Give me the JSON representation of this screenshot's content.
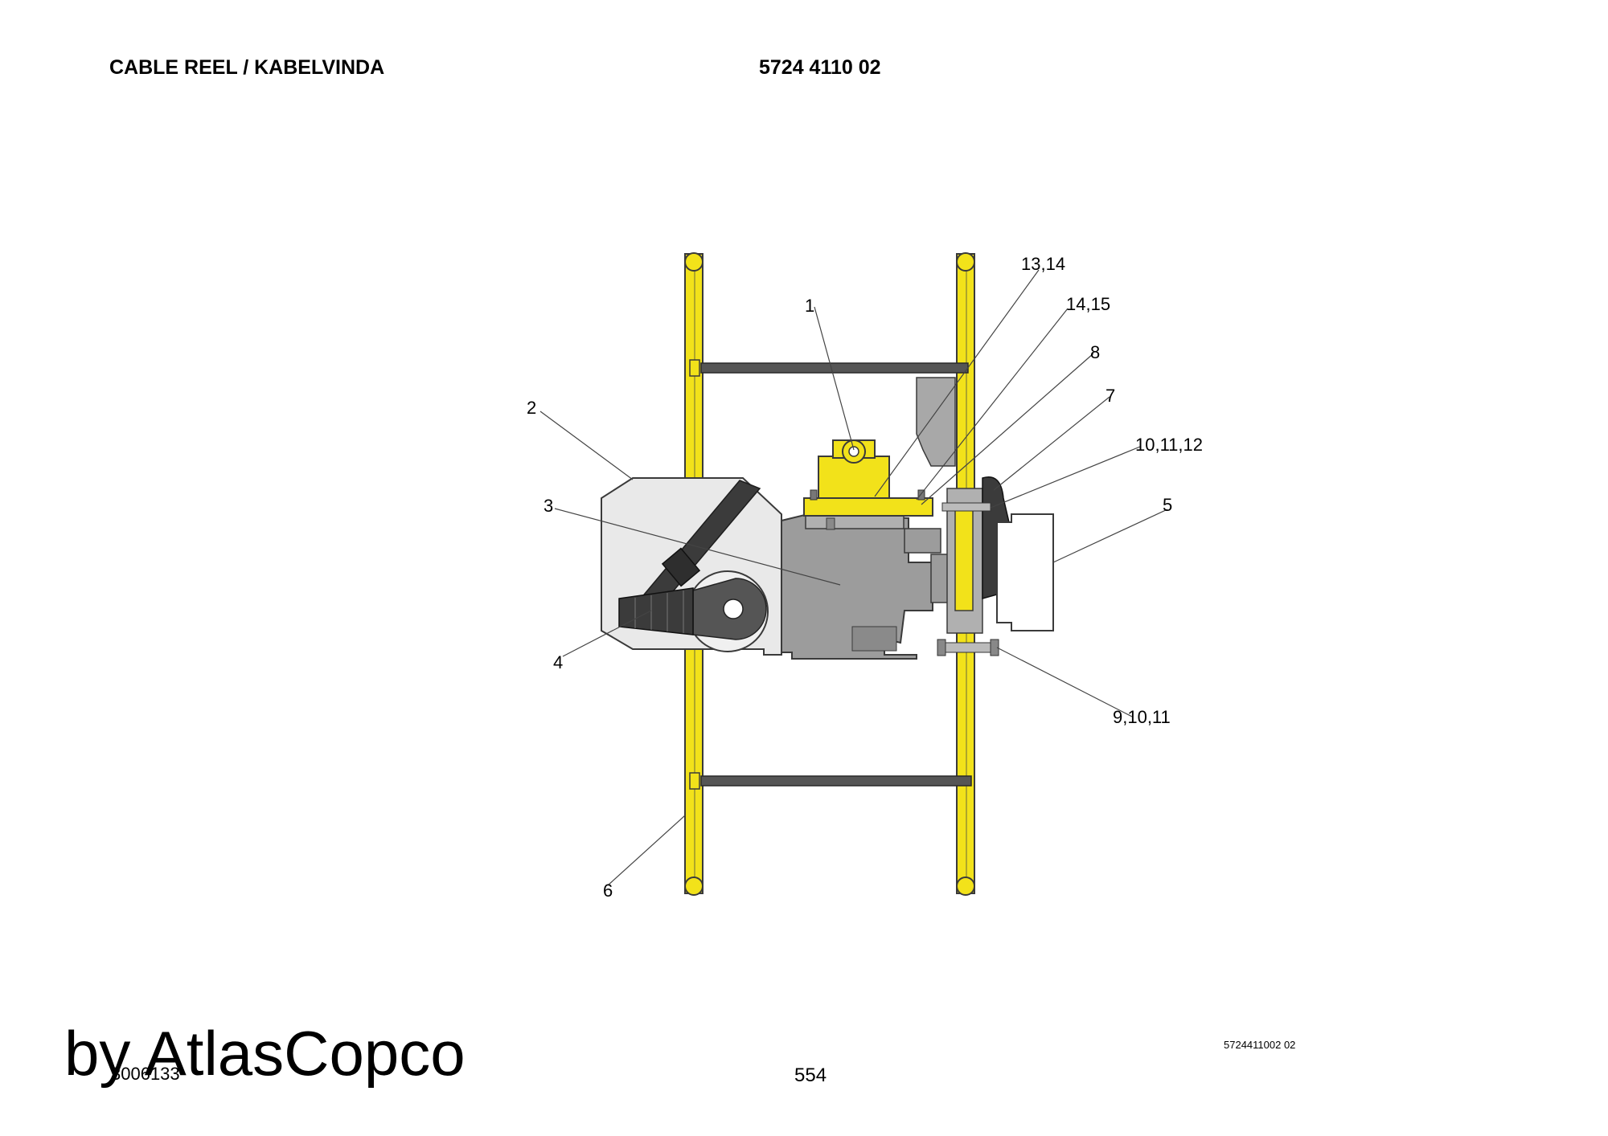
{
  "header": {
    "title": "CABLE REEL / KABELVINDA",
    "part_number": "5724 4110 02"
  },
  "callouts": [
    {
      "id": "1",
      "label": "1"
    },
    {
      "id": "2",
      "label": "2"
    },
    {
      "id": "3",
      "label": "3"
    },
    {
      "id": "4",
      "label": "4"
    },
    {
      "id": "5",
      "label": "5"
    },
    {
      "id": "6",
      "label": "6"
    },
    {
      "id": "7",
      "label": "7"
    },
    {
      "id": "8",
      "label": "8"
    },
    {
      "id": "9-10-11",
      "label": "9,10,11"
    },
    {
      "id": "10-11-12",
      "label": "10,11,12"
    },
    {
      "id": "13-14",
      "label": "13,14"
    },
    {
      "id": "14-15",
      "label": "14,15"
    }
  ],
  "footer": {
    "drawing_code": "5724411002 02",
    "page_number": "554",
    "doc_id": "3006133",
    "brand": "by AtlasCopco"
  },
  "colors": {
    "frame_yellow": "#f2e21a",
    "outline": "#3a3a3a",
    "housing_gray": "#9c9c9c",
    "cover_light": "#e9e9e9",
    "boot_dark": "#3b3b3b"
  }
}
